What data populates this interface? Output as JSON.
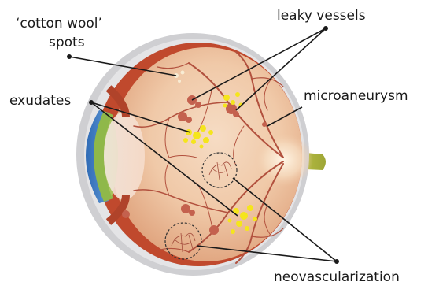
{
  "labels": {
    "cotton_wool_line1": "‘cotton wool’",
    "cotton_wool_line2": "spots",
    "leaky_vessels": "leaky vessels",
    "microaneurysm": "microaneurysm",
    "exudates": "exudates",
    "neovascularization": "neovascularization"
  }
}
